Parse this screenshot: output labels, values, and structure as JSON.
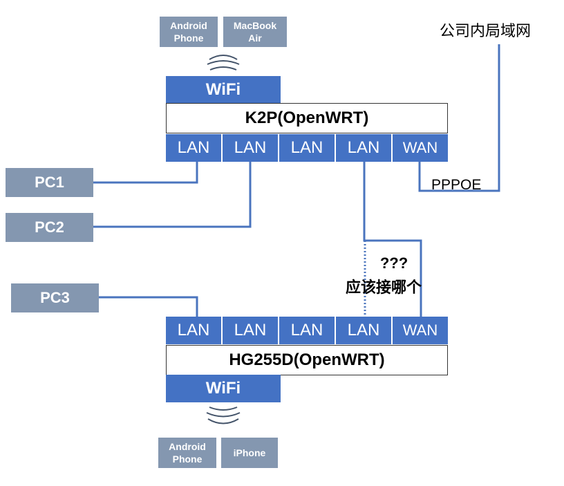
{
  "top_router": {
    "name": "K2P(OpenWRT)",
    "wifi_label": "WiFi",
    "ports": [
      "LAN",
      "LAN",
      "LAN",
      "LAN",
      "WAN"
    ],
    "wireless_devices": [
      "Android\nPhone",
      "MacBook\nAir"
    ]
  },
  "bottom_router": {
    "name": "HG255D(OpenWRT)",
    "wifi_label": "WiFi",
    "ports": [
      "LAN",
      "LAN",
      "LAN",
      "LAN",
      "WAN"
    ],
    "wireless_devices": [
      "Android\nPhone",
      "iPhone"
    ]
  },
  "pcs": [
    "PC1",
    "PC2",
    "PC3"
  ],
  "company_lan": "公司内局域网",
  "pppoe_label": "PPPOE",
  "question": {
    "line1": "???",
    "line2": "应该接哪个"
  },
  "colors": {
    "port_blue": "#4472c4",
    "device_gray": "#8497b0",
    "line_blue": "#4472c4"
  }
}
